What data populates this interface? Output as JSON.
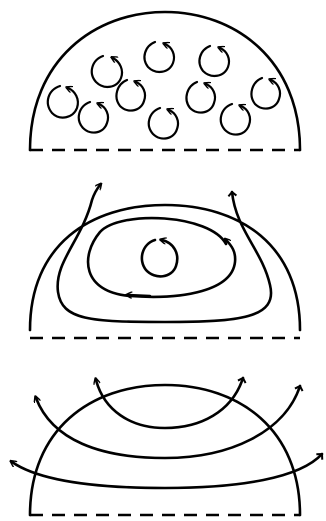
{
  "figure": {
    "panels": [
      {
        "id": "panel-1",
        "description_key": "small-vortices"
      },
      {
        "id": "panel-2",
        "description_key": "large-vortex"
      },
      {
        "id": "panel-3",
        "description_key": "through-flow"
      }
    ],
    "colors": {
      "ink": "#000000",
      "paper": "#ffffff"
    }
  }
}
